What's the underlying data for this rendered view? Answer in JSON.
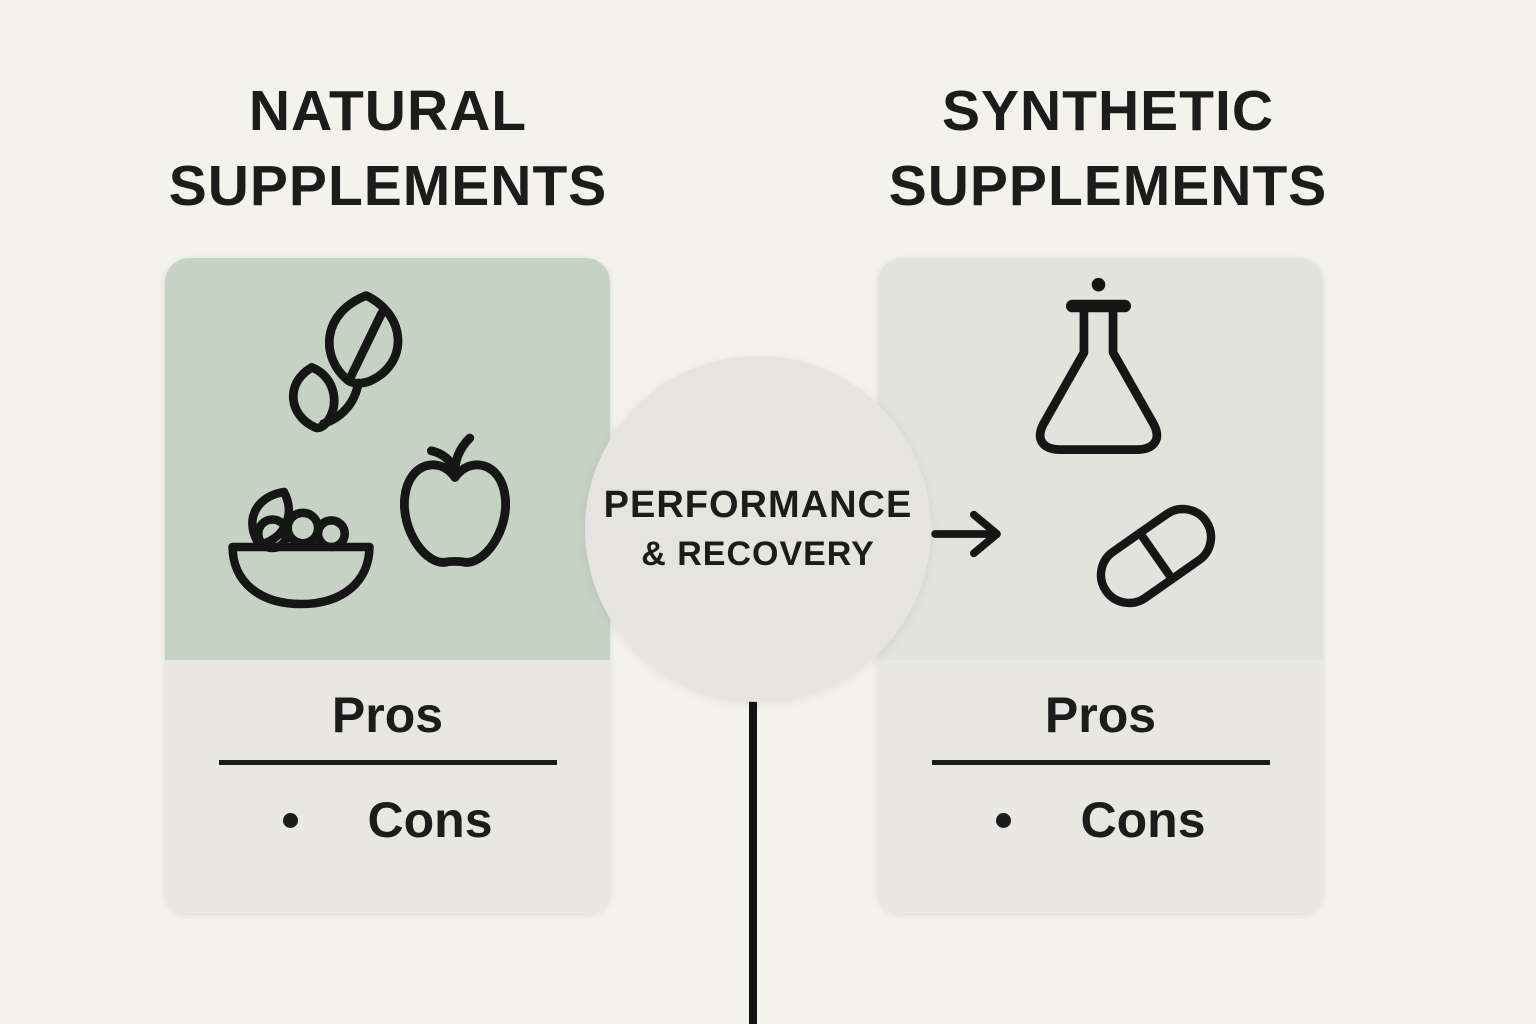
{
  "page": {
    "type": "comparison-infographic",
    "topic": "Natural vs Synthetic Supplements"
  },
  "colors": {
    "bg": "#f4f2ed",
    "ink": "#1c1c1c",
    "green-top": "#c6d3c4",
    "card-bottom": "#e8e7e2",
    "gray-top": "#e3e3de",
    "circle": "#e5e4df"
  },
  "left": {
    "title_line1": "NATURAL",
    "title_line2": "SUPPLEMENTS",
    "pros_label": "Pros",
    "cons_label": "Cons",
    "icons": [
      "leaves-icon",
      "apple-icon",
      "fruit-bowl-icon"
    ]
  },
  "right": {
    "title_line1": "SYNTHETIC",
    "title_line2": "SUPPLEMENTS",
    "pros_label": "Pros",
    "cons_label": "Cons",
    "icons": [
      "flask-icon",
      "capsule-icon"
    ]
  },
  "center": {
    "label_line1": "PERFORMANCE",
    "label_line2": "& RECOVERY",
    "connector_icon": "arrow-right-icon"
  }
}
